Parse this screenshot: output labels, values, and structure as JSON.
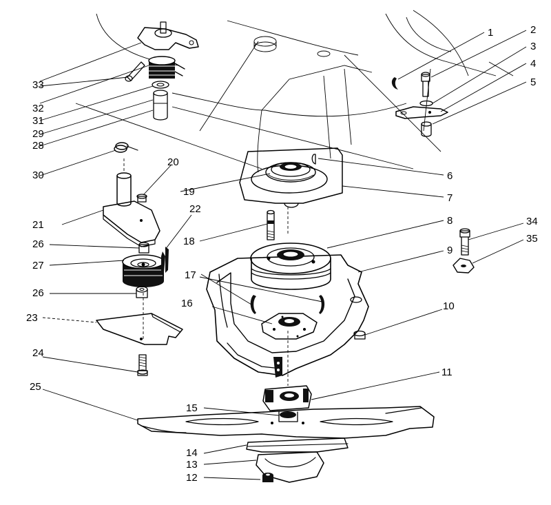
{
  "callouts": [
    {
      "id": "1",
      "text": "1"
    },
    {
      "id": "2",
      "text": "2"
    },
    {
      "id": "3",
      "text": "3"
    },
    {
      "id": "4",
      "text": "4"
    },
    {
      "id": "5",
      "text": "5"
    },
    {
      "id": "6",
      "text": "6"
    },
    {
      "id": "7",
      "text": "7"
    },
    {
      "id": "8",
      "text": "8"
    },
    {
      "id": "9",
      "text": "9"
    },
    {
      "id": "10",
      "text": "10"
    },
    {
      "id": "11",
      "text": "11"
    },
    {
      "id": "12",
      "text": "12"
    },
    {
      "id": "13",
      "text": "13"
    },
    {
      "id": "14",
      "text": "14"
    },
    {
      "id": "15",
      "text": "15"
    },
    {
      "id": "16",
      "text": "16"
    },
    {
      "id": "17",
      "text": "17"
    },
    {
      "id": "18",
      "text": "18"
    },
    {
      "id": "19",
      "text": "19"
    },
    {
      "id": "20",
      "text": "20"
    },
    {
      "id": "21",
      "text": "21"
    },
    {
      "id": "22",
      "text": "22"
    },
    {
      "id": "23",
      "text": "23"
    },
    {
      "id": "24",
      "text": "24"
    },
    {
      "id": "25",
      "text": "25"
    },
    {
      "id": "26a",
      "text": "26"
    },
    {
      "id": "26b",
      "text": "26"
    },
    {
      "id": "27",
      "text": "27"
    },
    {
      "id": "28",
      "text": "28"
    },
    {
      "id": "29",
      "text": "29"
    },
    {
      "id": "30",
      "text": "30"
    },
    {
      "id": "31",
      "text": "31"
    },
    {
      "id": "32",
      "text": "32"
    },
    {
      "id": "33",
      "text": "33"
    },
    {
      "id": "34",
      "text": "34"
    },
    {
      "id": "35",
      "text": "35"
    }
  ]
}
